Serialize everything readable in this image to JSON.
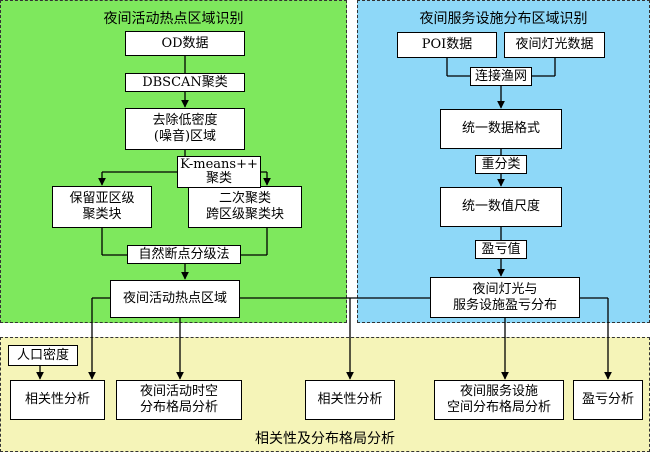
{
  "colors": {
    "green_region": "#7ee85d",
    "blue_region": "#8ed8f8",
    "yellow_region": "#f5f4b8"
  },
  "regions": {
    "night_hotspot_title": "夜间活动热点区域识别",
    "night_service_title": "夜间服务设施分布区域识别",
    "analysis_title": "相关性及分布格局分析"
  },
  "left": {
    "od_data": "OD数据",
    "dbscan": "DBSCAN聚类",
    "remove_low_density": "去除低密度\n(噪音)区域",
    "kmeans": "K-means++\n聚类",
    "keep_subregion": "保留亚区级\n聚类块",
    "secondary_cluster": "二次聚类\n跨区级聚类块",
    "natural_breaks": "自然断点分级法",
    "hotspot_area": "夜间活动热点区域"
  },
  "right": {
    "poi_data": "POI数据",
    "night_light_data": "夜间灯光数据",
    "fishnet": "连接渔网",
    "unify_format": "统一数据格式",
    "reclassify": "重分类",
    "unify_scale": "统一数值尺度",
    "surplus_value": "盈亏值",
    "light_service_distribution": "夜间灯光与\n服务设施盈亏分布"
  },
  "bottom": {
    "population_density": "人口密度",
    "correlation_1": "相关性分析",
    "spatiotemporal": "夜间活动时空\n分布格局分析",
    "correlation_2": "相关性分析",
    "service_spatial": "夜间服务设施\n空间分布格局分析",
    "surplus_analysis": "盈亏分析"
  }
}
